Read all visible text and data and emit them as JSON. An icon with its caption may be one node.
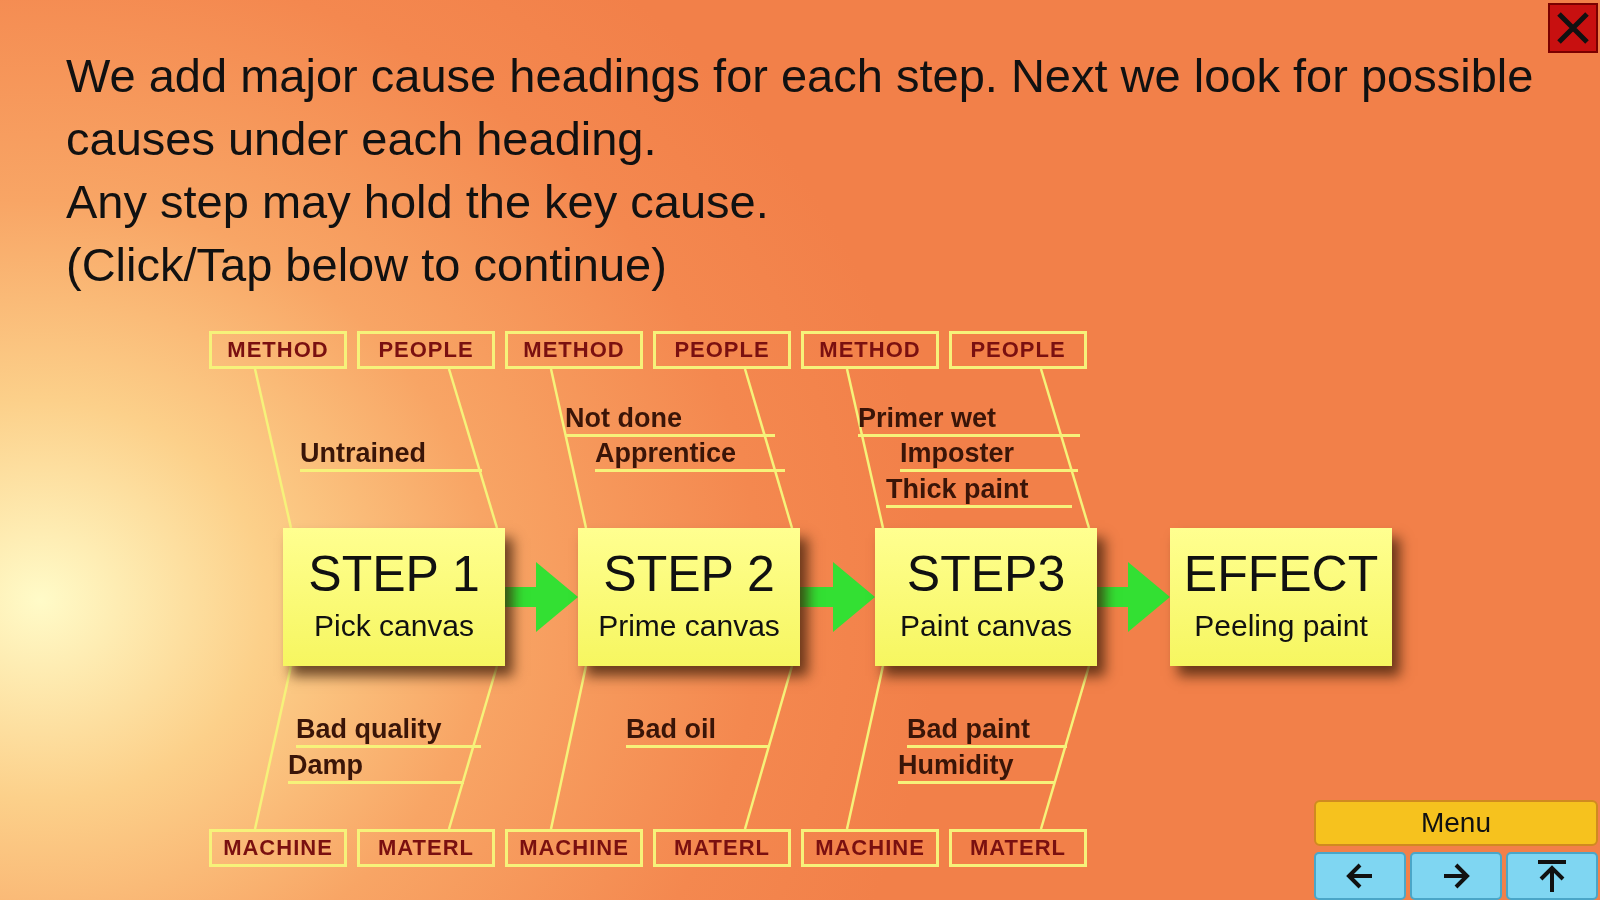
{
  "diagram": {
    "title": "We add major cause headings for each step. Next we look for possible causes under each heading.",
    "nodes": [
      {
        "text": [
          "STEP 1",
          "Pick canvas"
        ]
      },
      {
        "text": [
          "STEP 2",
          "Prime canvas"
        ]
      },
      {
        "text": [
          "STEP3",
          "Paint canvas"
        ]
      },
      {
        "text": [
          "EFFECT",
          "Peeling paint"
        ]
      },
      {
        "text": [
          "METHOD"
        ]
      },
      {
        "text": [
          "PEOPLE"
        ]
      },
      {
        "text": [
          "METHOD"
        ]
      },
      {
        "text": [
          "PEOPLE"
        ]
      },
      {
        "text": [
          "METHOD"
        ]
      },
      {
        "text": [
          "PEOPLE"
        ]
      },
      {
        "text": [
          "MACHINE"
        ]
      },
      {
        "text": [
          "MATERL"
        ]
      },
      {
        "text": [
          "MACHINE"
        ]
      },
      {
        "text": [
          "MATERL"
        ]
      },
      {
        "text": [
          "MACHINE"
        ]
      },
      {
        "text": [
          "MATERL"
        ]
      }
    ],
    "edges": [
      {
        "from": 0,
        "to": 1,
        "arrow": "to",
        "style": "thick",
        "color": "#33e033"
      },
      {
        "from": 1,
        "to": 2,
        "arrow": "to",
        "style": "thick",
        "color": "#33e033"
      },
      {
        "from": 2,
        "to": 3,
        "arrow": "to",
        "style": "thick",
        "color": "#33e033"
      },
      {
        "from": 4,
        "to": 0,
        "arrow": "none"
      },
      {
        "from": 5,
        "to": 0,
        "arrow": "none"
      },
      {
        "from": 6,
        "to": 1,
        "arrow": "none"
      },
      {
        "from": 7,
        "to": 1,
        "arrow": "none"
      },
      {
        "from": 8,
        "to": 2,
        "arrow": "none"
      },
      {
        "from": 9,
        "to": 2,
        "arrow": "none"
      },
      {
        "from": 0,
        "to": 10,
        "arrow": "none"
      },
      {
        "from": 0,
        "to": 11,
        "arrow": "none"
      },
      {
        "from": 1,
        "to": 12,
        "arrow": "none"
      },
      {
        "from": 1,
        "to": 13,
        "arrow": "none"
      },
      {
        "from": 2,
        "to": 14,
        "arrow": "none"
      },
      {
        "from": 2,
        "to": 15,
        "arrow": "none"
      }
    ],
    "labels": [
      "Any step may hold the key cause.",
      "(Click/Tap below to continue)",
      "Not done",
      "Primer wet",
      "Untrained",
      "Apprentice",
      "Imposter",
      "Thick paint",
      "Bad quality",
      "Bad oil",
      "Bad paint",
      "Damp",
      "Humidity",
      "Menu"
    ]
  }
}
